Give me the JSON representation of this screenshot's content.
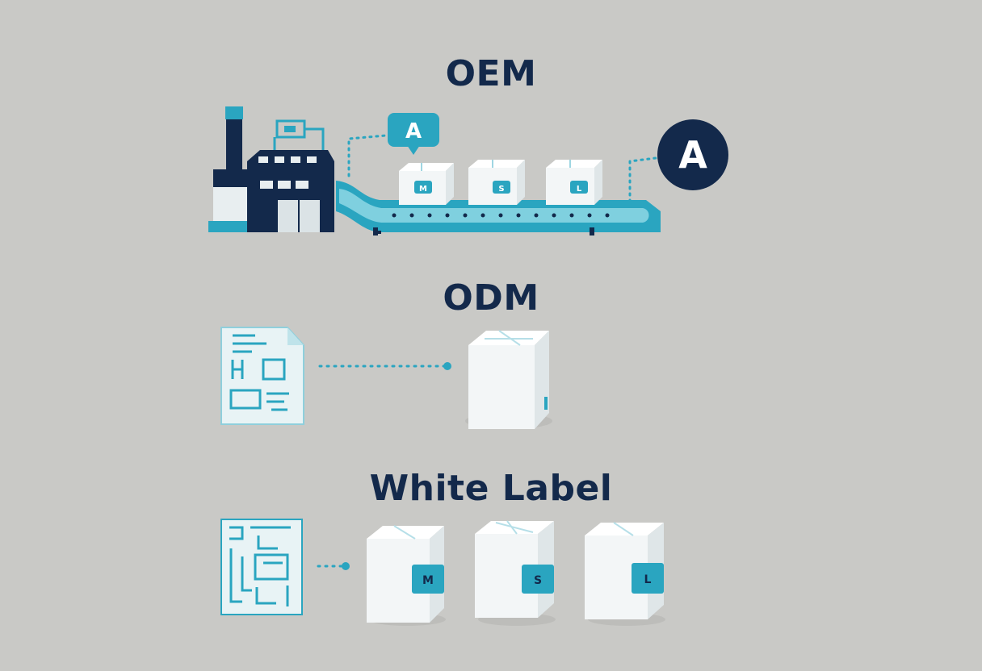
{
  "sections": {
    "oem": {
      "title": "OEM",
      "brand_letter": "A",
      "bubble_letter": "A",
      "box_labels": [
        "M",
        "S",
        "L"
      ]
    },
    "odm": {
      "title": "ODM"
    },
    "white_label": {
      "title": "White Label",
      "box_labels": [
        "M",
        "S",
        "L"
      ]
    }
  },
  "colors": {
    "navy": "#13294b",
    "teal": "#2aa5c0",
    "light_teal": "#7fd0df",
    "box_white": "#f3f6f7",
    "background": "#c9c9c6"
  }
}
